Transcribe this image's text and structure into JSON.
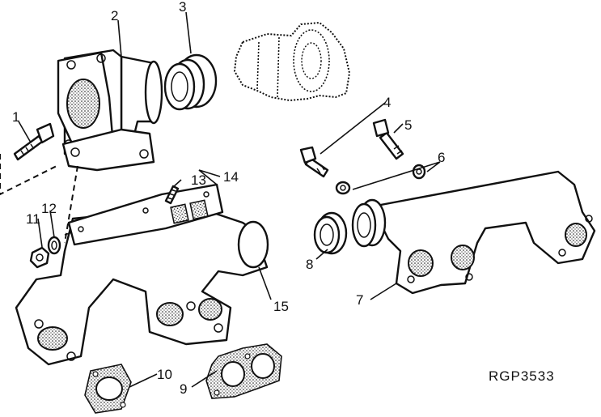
{
  "callouts": {
    "c1": "1",
    "c2": "2",
    "c3": "3",
    "c4": "4",
    "c5": "5",
    "c6": "6",
    "c7": "7",
    "c8": "8",
    "c9": "9",
    "c10": "10",
    "c11": "11",
    "c12": "12",
    "c13": "13",
    "c14": "14",
    "c15": "15"
  },
  "reference_code": "RGP3533",
  "colors": {
    "line": "#111111",
    "background": "#ffffff"
  }
}
